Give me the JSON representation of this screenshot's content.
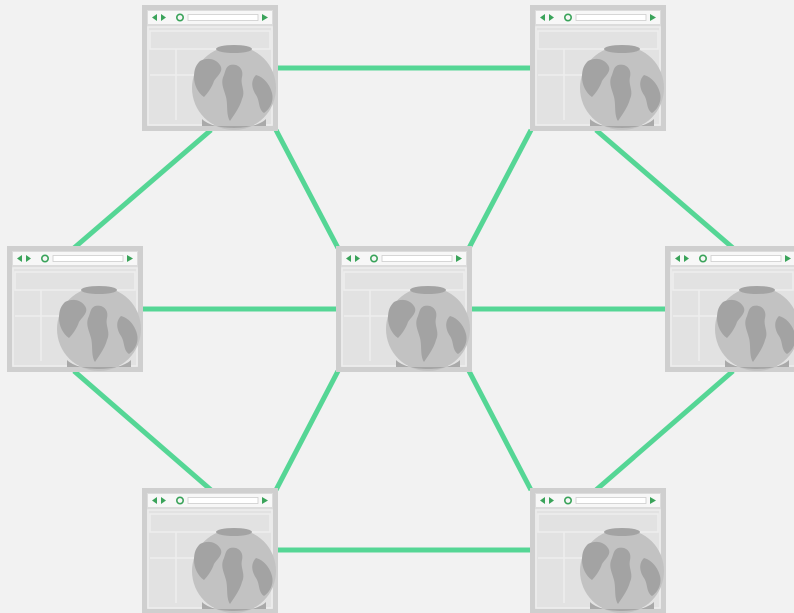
{
  "colors": {
    "background": "#f2f2f2",
    "link": "#55d695",
    "window_frame": "#cfcfcf",
    "window_panel": "#dcdcdc",
    "toolbar": "#f7f7f7",
    "toolbar_icons": "#3aa35a",
    "globe": "#c2c2c2",
    "globe_land": "#a3a3a3"
  },
  "nodes": [
    {
      "id": "top-left",
      "icon": "browser-globe-icon"
    },
    {
      "id": "top-right",
      "icon": "browser-globe-icon"
    },
    {
      "id": "middle-left",
      "icon": "browser-globe-icon"
    },
    {
      "id": "center",
      "icon": "browser-globe-icon"
    },
    {
      "id": "middle-right",
      "icon": "browser-globe-icon"
    },
    {
      "id": "bottom-left",
      "icon": "browser-globe-icon"
    },
    {
      "id": "bottom-right",
      "icon": "browser-globe-icon"
    }
  ],
  "links": [
    {
      "from": "top-left",
      "to": "top-right"
    },
    {
      "from": "top-left",
      "to": "middle-left"
    },
    {
      "from": "top-left",
      "to": "center"
    },
    {
      "from": "top-right",
      "to": "center"
    },
    {
      "from": "top-right",
      "to": "middle-right"
    },
    {
      "from": "middle-left",
      "to": "center"
    },
    {
      "from": "center",
      "to": "middle-right"
    },
    {
      "from": "middle-left",
      "to": "bottom-left"
    },
    {
      "from": "center",
      "to": "bottom-left"
    },
    {
      "from": "center",
      "to": "bottom-right"
    },
    {
      "from": "middle-right",
      "to": "bottom-right"
    },
    {
      "from": "bottom-left",
      "to": "bottom-right"
    }
  ]
}
